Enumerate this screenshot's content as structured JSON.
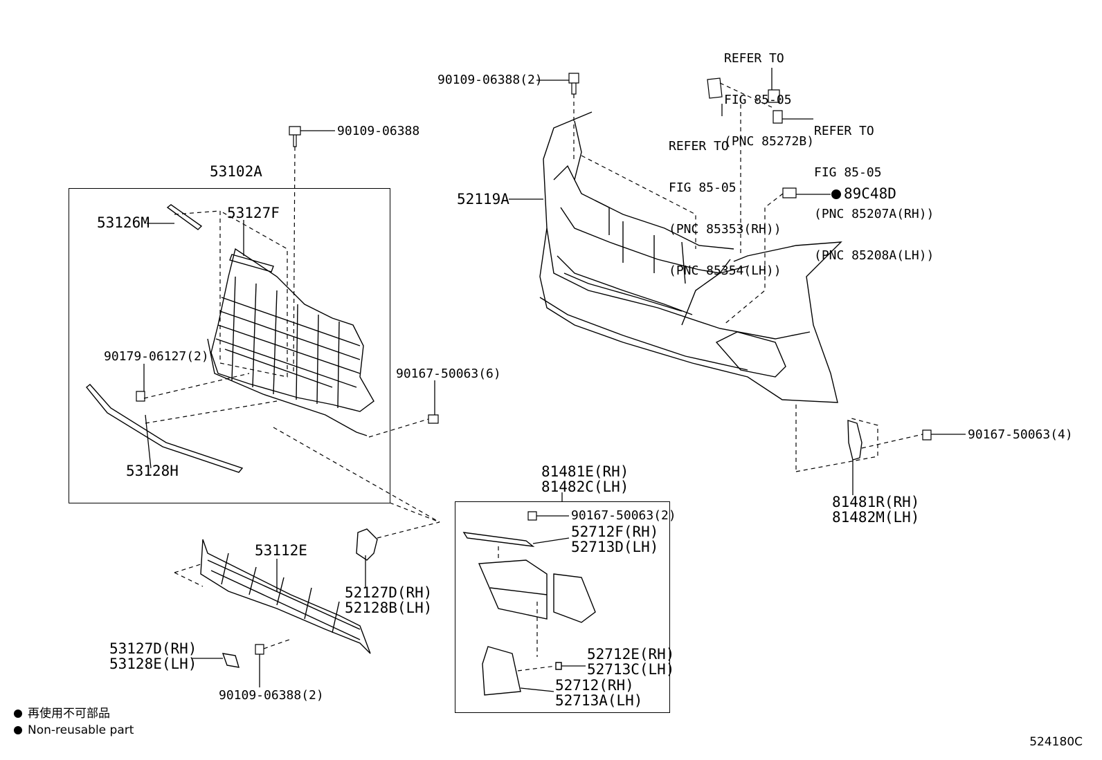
{
  "labels": {
    "p53102A": "53102A",
    "p53126M": "53126M",
    "p53127F": "53127F",
    "p90109_top": "90109-06388",
    "p90179": "90179-06127(2)",
    "p90167_6": "90167-50063(6)",
    "p53128H": "53128H",
    "p53112E": "53112E",
    "p52127D": "52127D(RH)",
    "p52128B": "52128B(LH)",
    "p53127D": "53127D(RH)",
    "p53128E": "53128E(LH)",
    "p90109_bottom": "90109-06388(2)",
    "p90109_bumper": "90109-06388(2)",
    "p52119A": "52119A",
    "p89C48D": "89C48D",
    "refer_a_1": "REFER TO",
    "refer_a_2": "FIG 85-05",
    "refer_a_3": "(PNC 85272B)",
    "refer_b_1": "REFER TO",
    "refer_b_2": "FIG 85-05",
    "refer_b_3": "(PNC 85353(RH))",
    "refer_b_4": "(PNC 85354(LH))",
    "refer_c_1": "REFER TO",
    "refer_c_2": "FIG 85-05",
    "refer_c_3": "(PNC 85207A(RH))",
    "refer_c_4": "(PNC 85208A(LH))",
    "p90167_4": "90167-50063(4)",
    "p81481R": "81481R(RH)",
    "p81482M": "81482M(LH)",
    "p81481E": "81481E(RH)",
    "p81482C": "81482C(LH)",
    "p90167_2": "90167-50063(2)",
    "p52712F": "52712F(RH)",
    "p52713D": "52713D(LH)",
    "p52712E": "52712E(RH)",
    "p52713C": "52713C(LH)",
    "p52712": "52712(RH)",
    "p52713A": "52713A(LH)"
  },
  "legend": {
    "line1": "再使用不可部品",
    "line2": "Non-reusable part"
  },
  "figure_number": "524180C"
}
